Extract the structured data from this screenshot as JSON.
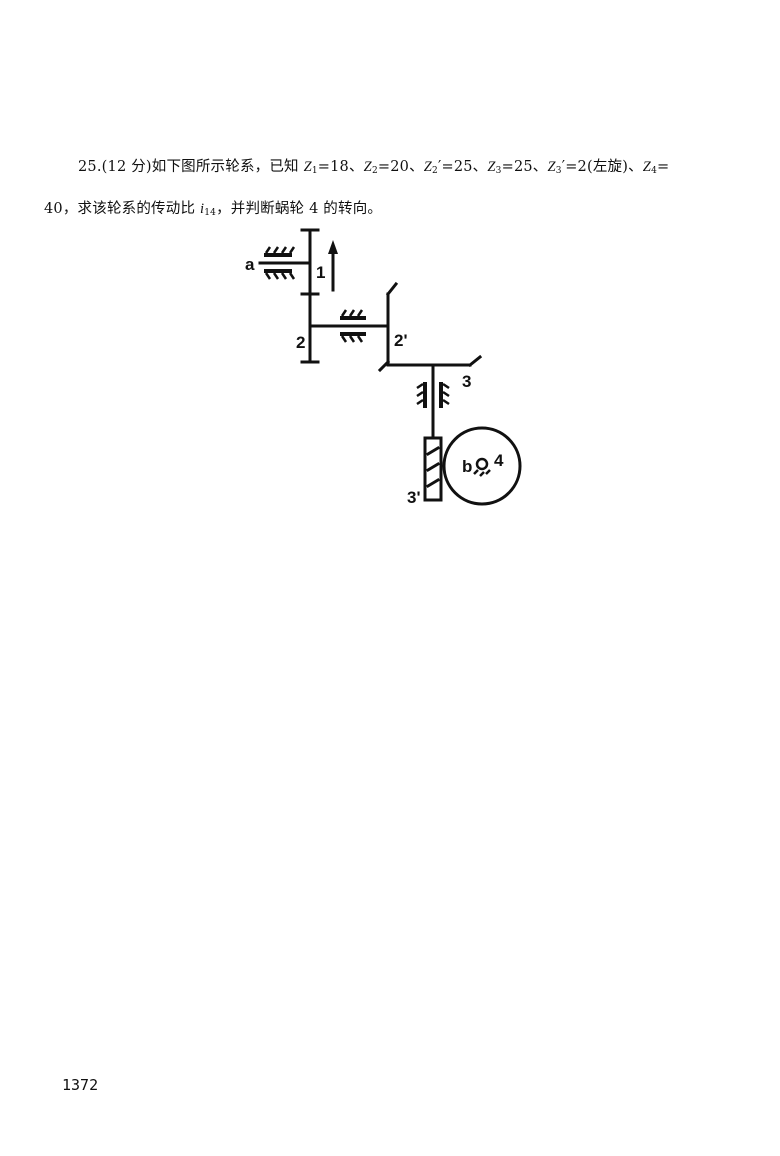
{
  "question": {
    "number": "25.",
    "points": "(12 分)",
    "intro": "如下图所示轮系，已知 ",
    "givens": [
      {
        "var": "Z",
        "sub": "1",
        "prime": "",
        "value": "=18、"
      },
      {
        "var": "Z",
        "sub": "2",
        "prime": "",
        "value": "=20、"
      },
      {
        "var": "Z",
        "sub": "2",
        "prime": "′",
        "value": "=25、"
      },
      {
        "var": "Z",
        "sub": "3",
        "prime": "",
        "value": "=25、"
      },
      {
        "var": "Z",
        "sub": "3",
        "prime": "′",
        "value": "=2(左旋)、"
      },
      {
        "var": "Z",
        "sub": "4",
        "prime": "",
        "value": "="
      }
    ],
    "line2_start": "40，求该轮系的传动比 ",
    "ratio_var": "i",
    "ratio_sub": "14",
    "line2_end": "，并判断蜗轮 4 的转向。"
  },
  "figure": {
    "labels": {
      "a": "a",
      "gear1": "1",
      "gear2": "2",
      "gear2p": "2'",
      "gear3": "3",
      "gear3p": "3'",
      "b": "b",
      "gear4": "4"
    }
  },
  "page_number": "1372"
}
